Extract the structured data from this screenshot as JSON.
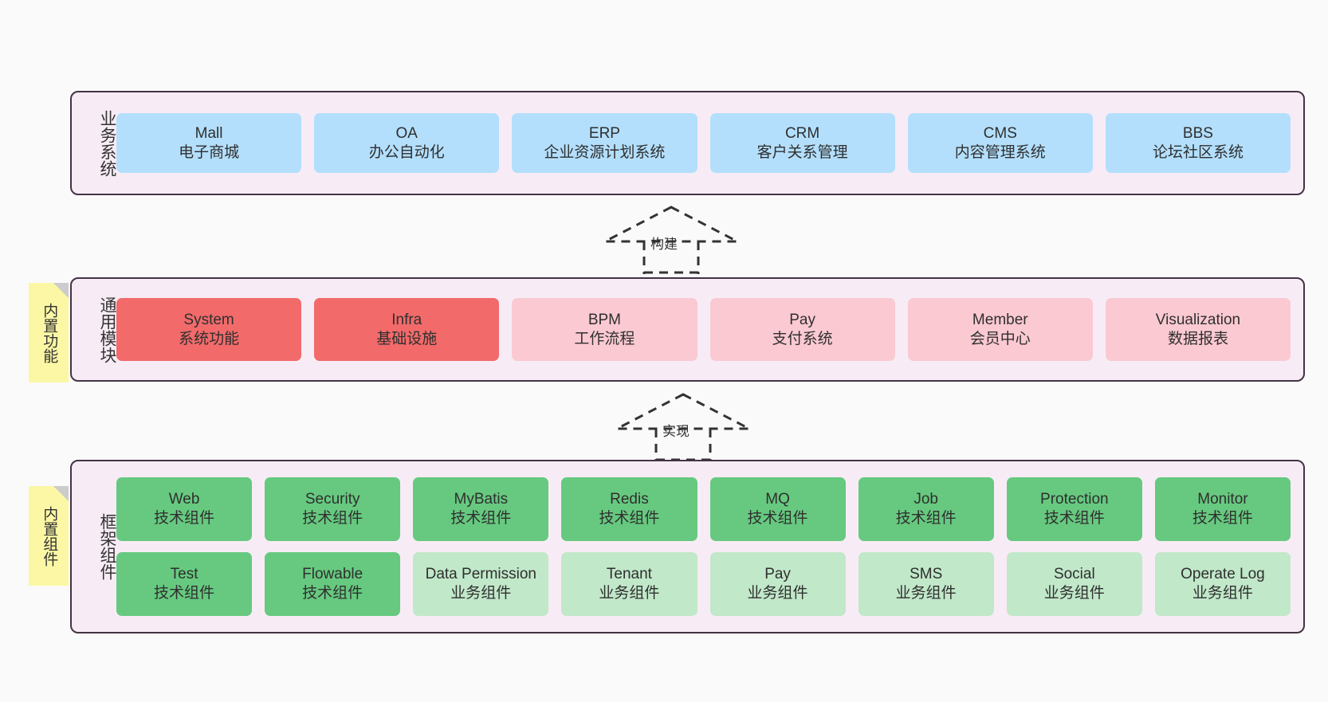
{
  "page": {
    "background": "#fafafa",
    "container_bg": "#f7ecf5",
    "container_border": "#443344",
    "sticky_bg": "#fbf7a4"
  },
  "layers": {
    "business": {
      "title": "业务系统",
      "color": "#b3dffc",
      "items": [
        {
          "name": "Mall",
          "desc": "电子商城"
        },
        {
          "name": "OA",
          "desc": "办公自动化"
        },
        {
          "name": "ERP",
          "desc": "企业资源计划系统"
        },
        {
          "name": "CRM",
          "desc": "客户关系管理"
        },
        {
          "name": "CMS",
          "desc": "内容管理系统"
        },
        {
          "name": "BBS",
          "desc": "论坛社区系统"
        }
      ]
    },
    "common": {
      "title": "通用模块",
      "sticky": "内置功能",
      "color_primary": "#f26a6a",
      "color_secondary": "#fbc9d2",
      "items": [
        {
          "name": "System",
          "desc": "系统功能",
          "tone": "red"
        },
        {
          "name": "Infra",
          "desc": "基础设施",
          "tone": "red"
        },
        {
          "name": "BPM",
          "desc": "工作流程",
          "tone": "pink"
        },
        {
          "name": "Pay",
          "desc": "支付系统",
          "tone": "pink"
        },
        {
          "name": "Member",
          "desc": "会员中心",
          "tone": "pink"
        },
        {
          "name": "Visualization",
          "desc": "数据报表",
          "tone": "pink"
        }
      ]
    },
    "framework": {
      "title": "框架组件",
      "sticky": "内置组件",
      "color_tech": "#66c97f",
      "color_biz": "#c1e8c9",
      "row1": [
        {
          "name": "Web",
          "desc": "技术组件",
          "tone": "green-dark"
        },
        {
          "name": "Security",
          "desc": "技术组件",
          "tone": "green-dark"
        },
        {
          "name": "MyBatis",
          "desc": "技术组件",
          "tone": "green-dark"
        },
        {
          "name": "Redis",
          "desc": "技术组件",
          "tone": "green-dark"
        },
        {
          "name": "MQ",
          "desc": "技术组件",
          "tone": "green-dark"
        },
        {
          "name": "Job",
          "desc": "技术组件",
          "tone": "green-dark"
        },
        {
          "name": "Protection",
          "desc": "技术组件",
          "tone": "green-dark"
        },
        {
          "name": "Monitor",
          "desc": "技术组件",
          "tone": "green-dark"
        }
      ],
      "row2": [
        {
          "name": "Test",
          "desc": "技术组件",
          "tone": "green-dark"
        },
        {
          "name": "Flowable",
          "desc": "技术组件",
          "tone": "green-dark"
        },
        {
          "name": "Data Permission",
          "desc": "业务组件",
          "tone": "green-light"
        },
        {
          "name": "Tenant",
          "desc": "业务组件",
          "tone": "green-light"
        },
        {
          "name": "Pay",
          "desc": "业务组件",
          "tone": "green-light"
        },
        {
          "name": "SMS",
          "desc": "业务组件",
          "tone": "green-light"
        },
        {
          "name": "Social",
          "desc": "业务组件",
          "tone": "green-light"
        },
        {
          "name": "Operate Log",
          "desc": "业务组件",
          "tone": "green-light"
        }
      ]
    }
  },
  "connectors": [
    {
      "label": "构建",
      "from": "common",
      "to": "business",
      "style": "dashed-hollow-arrow"
    },
    {
      "label": "实现",
      "from": "framework",
      "to": "common",
      "style": "dashed-hollow-arrow"
    }
  ]
}
